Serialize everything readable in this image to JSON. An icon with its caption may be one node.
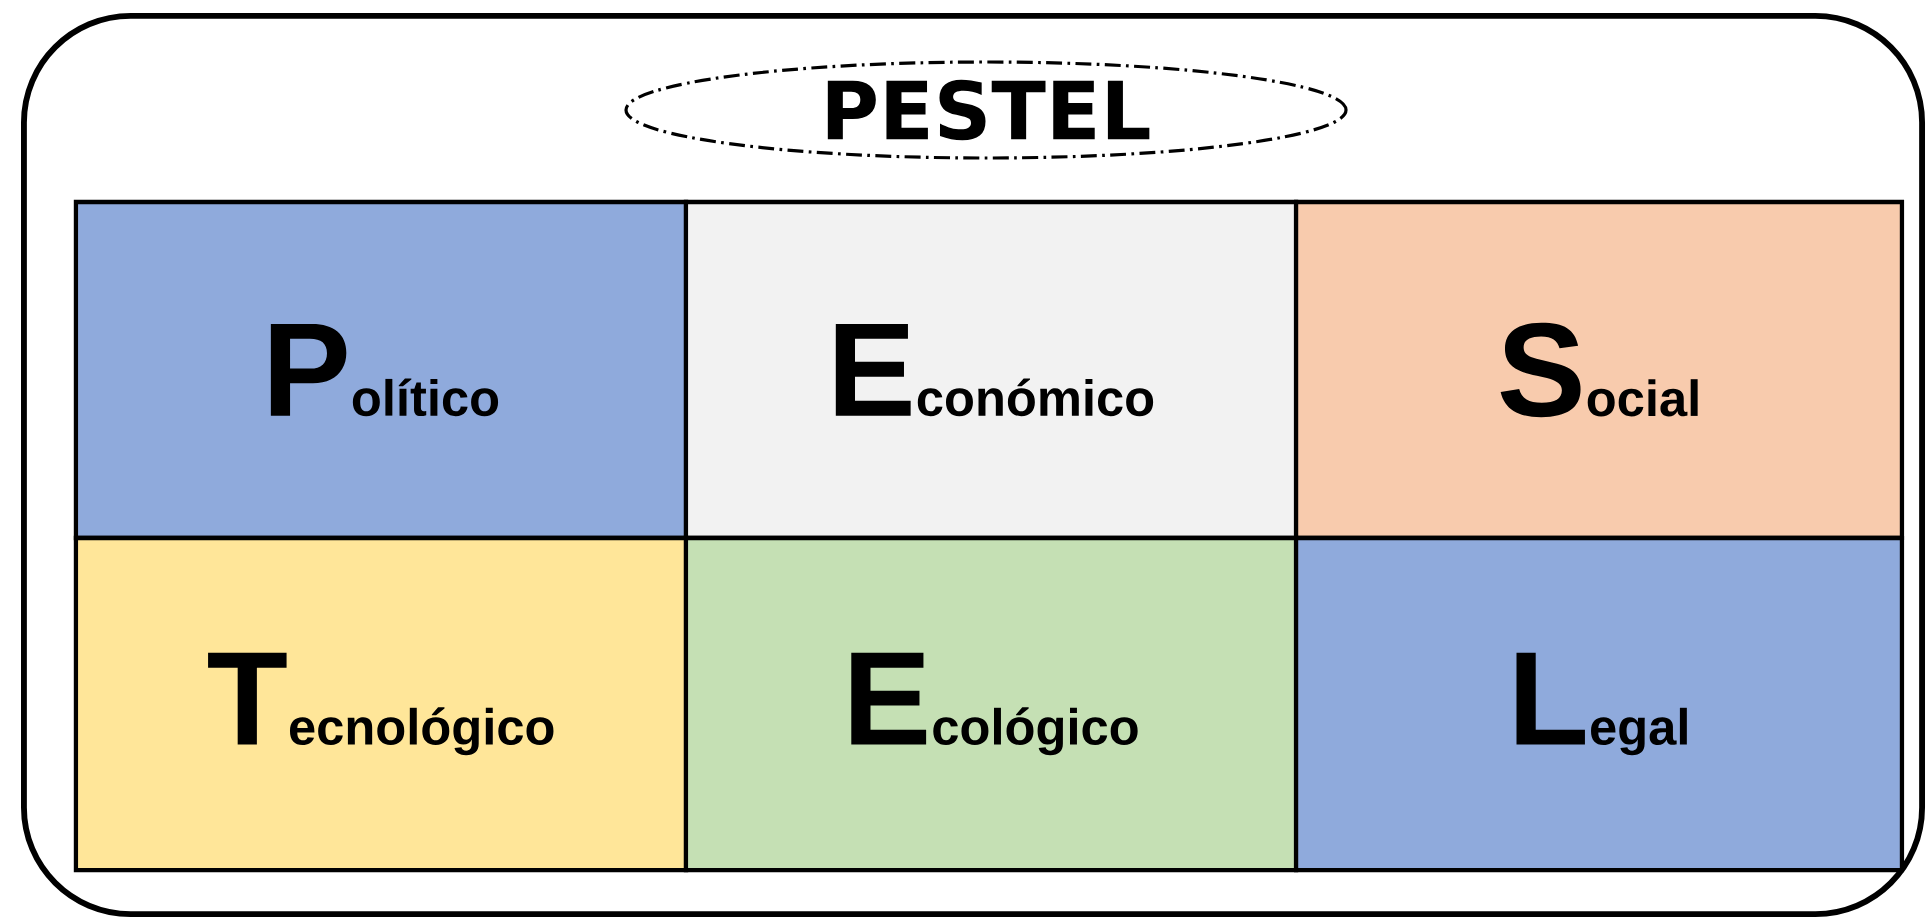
{
  "diagram": {
    "nodes": [
      {
        "text": [],
        "shape": "box"
      },
      {
        "text": [
          "PESTEL"
        ],
        "in": 0
      },
      {
        "text": [
          "Político"
        ],
        "in": 0
      },
      {
        "text": [
          "Económico"
        ],
        "in": 0
      },
      {
        "text": [
          "Social"
        ],
        "in": 0
      },
      {
        "text": [
          "Tecnológico"
        ],
        "in": 0
      },
      {
        "text": [
          "Ecológico"
        ],
        "in": 0
      },
      {
        "text": [
          "Legal"
        ],
        "in": 0
      }
    ]
  }
}
